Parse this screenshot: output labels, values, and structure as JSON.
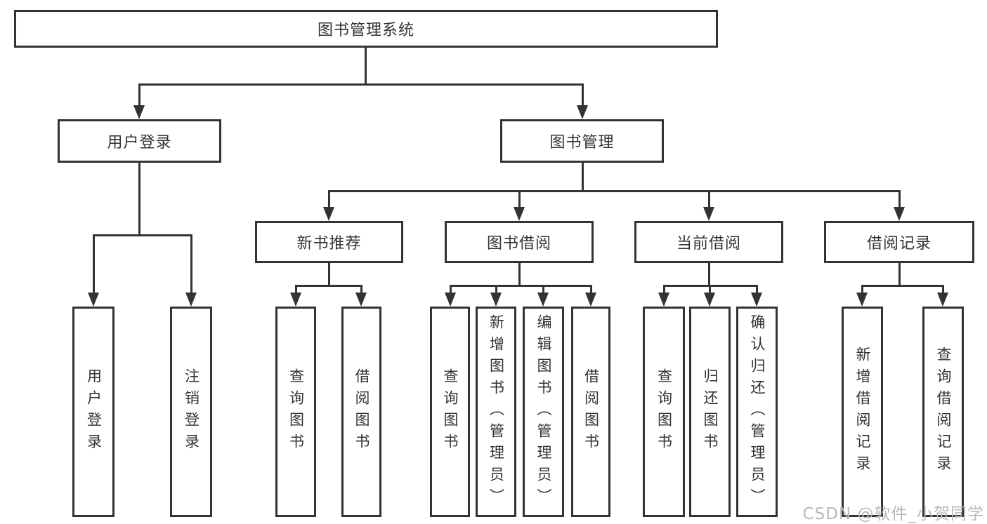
{
  "diagram": {
    "type": "tree",
    "title": "图书管理系统",
    "nodes": {
      "root": "图书管理系统",
      "user_login": "用户登录",
      "book_mgmt": "图书管理",
      "new_books": "新书推荐",
      "book_borrow": "图书借阅",
      "current_borrow": "当前借阅",
      "borrow_records": "借阅记录",
      "leaf_user_login": "用户登录",
      "leaf_logout": "注销登录",
      "leaf_nb_query": "查询图书",
      "leaf_nb_borrow": "借阅图书",
      "leaf_bb_query": "查询图书",
      "leaf_bb_add": "新增图书（管理员）",
      "leaf_bb_edit": "编辑图书（管理员）",
      "leaf_bb_borrow": "借阅图书",
      "leaf_cb_query": "查询图书",
      "leaf_cb_return": "归还图书",
      "leaf_cb_confirm": "确认归还（管理员）",
      "leaf_br_add": "新增借阅记录",
      "leaf_br_query": "查询借阅记录"
    },
    "edges": [
      [
        "图书管理系统",
        "用户登录"
      ],
      [
        "图书管理系统",
        "图书管理"
      ],
      [
        "用户登录",
        "用户登录(叶)"
      ],
      [
        "用户登录",
        "注销登录"
      ],
      [
        "图书管理",
        "新书推荐"
      ],
      [
        "图书管理",
        "图书借阅"
      ],
      [
        "图书管理",
        "当前借阅"
      ],
      [
        "图书管理",
        "借阅记录"
      ],
      [
        "新书推荐",
        "查询图书"
      ],
      [
        "新书推荐",
        "借阅图书"
      ],
      [
        "图书借阅",
        "查询图书"
      ],
      [
        "图书借阅",
        "新增图书（管理员）"
      ],
      [
        "图书借阅",
        "编辑图书（管理员）"
      ],
      [
        "图书借阅",
        "借阅图书"
      ],
      [
        "当前借阅",
        "查询图书"
      ],
      [
        "当前借阅",
        "归还图书"
      ],
      [
        "当前借阅",
        "确认归还（管理员）"
      ],
      [
        "借阅记录",
        "新增借阅记录"
      ],
      [
        "借阅记录",
        "查询借阅记录"
      ]
    ],
    "colors": {
      "line": "#333333",
      "text": "#333333",
      "background": "#ffffff",
      "watermark_color": "#b9b9b9"
    }
  },
  "watermark": "CSDN @软件_小贺同学"
}
